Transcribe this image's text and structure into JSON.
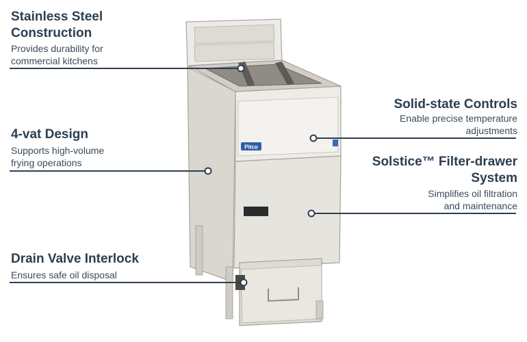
{
  "colors": {
    "heading": "#2c3e50",
    "text": "#3a4a58",
    "leader_line": "#2c3e50",
    "steel_light": "#e8e6e1",
    "steel_mid": "#d6d3cc",
    "steel_dark": "#b9b5ad"
  },
  "brand_badge": "Pitco",
  "features": [
    {
      "id": "stainless",
      "title_line1": "Stainless Steel",
      "title_line2": "Construction",
      "desc_line1": "Provides durability for",
      "desc_line2": "commercial kitchens"
    },
    {
      "id": "vat",
      "title_line1": "4-vat Design",
      "desc_line1": "Supports high-volume",
      "desc_line2": "frying operations"
    },
    {
      "id": "drain",
      "title_line1": "Drain Valve Interlock",
      "desc_line1": "Ensures safe oil disposal"
    },
    {
      "id": "controls",
      "title_line1": "Solid-state Controls",
      "desc_line1": "Enable precise temperature",
      "desc_line2": "adjustments"
    },
    {
      "id": "filter",
      "title_line1": "Solstice™ Filter-drawer",
      "title_line2": "System",
      "desc_line1": "Simplifies oil filtration",
      "desc_line2": "and maintenance"
    }
  ]
}
